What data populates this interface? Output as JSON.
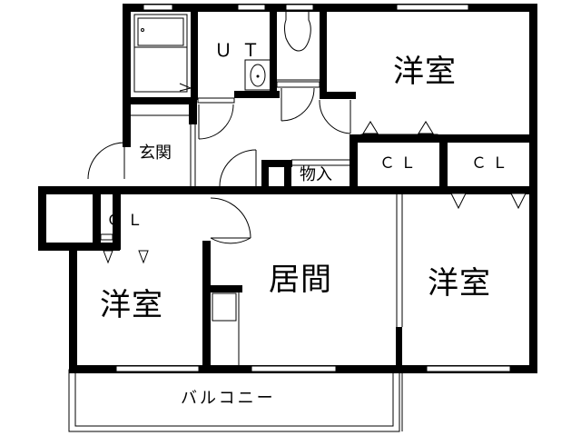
{
  "floor_plan": {
    "colors": {
      "wall": "#000000",
      "background": "#ffffff",
      "line": "#000000"
    },
    "rooms": {
      "bedroom_top_right": {
        "label": "洋室"
      },
      "bedroom_right": {
        "label": "洋室"
      },
      "bedroom_left": {
        "label": "洋室"
      },
      "living": {
        "label": "居間"
      },
      "utility": {
        "label": "ＵＴ"
      },
      "entrance": {
        "label": "玄関"
      },
      "storage": {
        "label": "物入"
      },
      "closet_top_mid": {
        "label": "ＣＬ"
      },
      "closet_top_right": {
        "label": "ＣＬ"
      },
      "closet_left": {
        "label": "ＣＬ"
      },
      "balcony": {
        "label": "バルコニー"
      },
      "bathroom": {
        "label": ""
      },
      "toilet": {
        "label": ""
      }
    }
  }
}
